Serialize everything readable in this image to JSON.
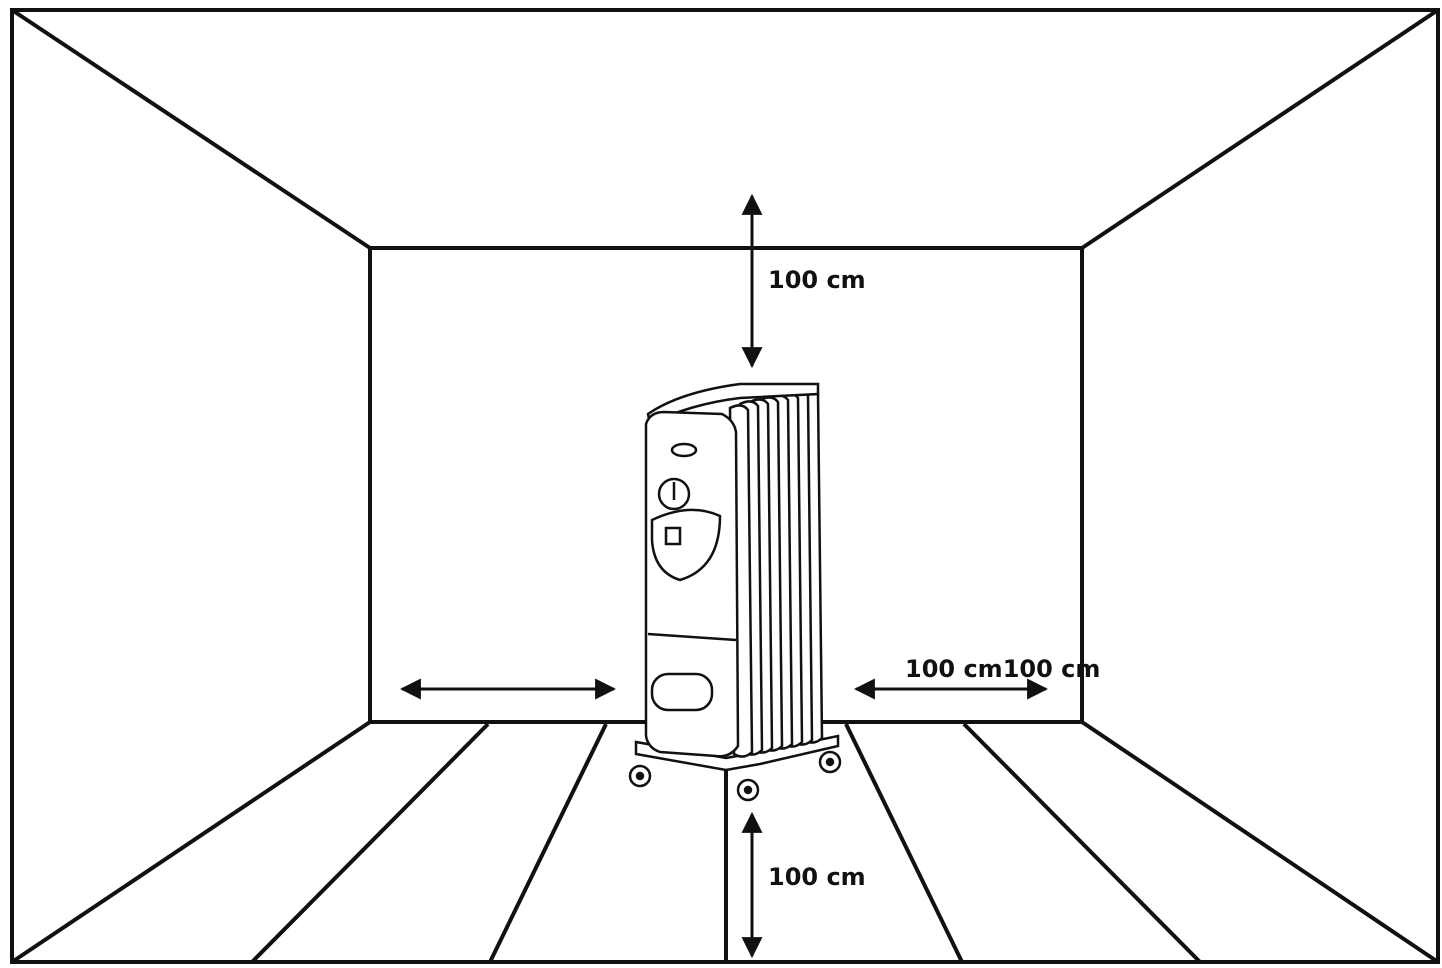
{
  "diagram": {
    "labels": {
      "top": "100 cm",
      "right": "100 cm100 cm",
      "bottom": "100 cm"
    },
    "line_color": "#111111",
    "background_color": "#ffffff"
  }
}
